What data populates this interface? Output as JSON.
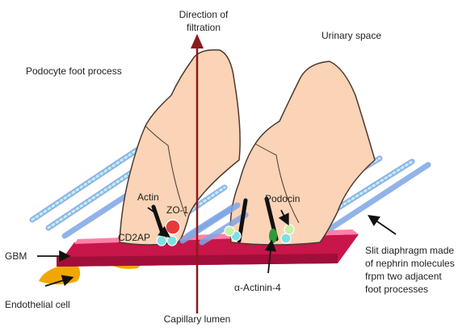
{
  "labels": {
    "direction_line1": "Direction of",
    "direction_line2": "filtration",
    "urinary_space": "Urinary space",
    "podocyte_foot_process": "Podocyte foot process",
    "actin": "Actin",
    "zo1": "ZO-1",
    "cd2ap": "CD2AP",
    "podocin": "Podocin",
    "gbm": "GBM",
    "slit_line1": "Slit diaphragm made",
    "slit_line2": "of nephrin molecules",
    "slit_line3": "frpm two adjacent",
    "slit_line4": "foot processes",
    "actinin": "α-Actinin-4",
    "endothelial_cell": "Endothelial cell",
    "capillary_lumen": "Capillary lumen"
  },
  "colors": {
    "foot_process": "#fbd3b6",
    "foot_outline": "#4a3a30",
    "gbm_top": "#ff7fa8",
    "gbm_front": "#c8154a",
    "endothelial": "#f0a800",
    "nephrin": "#7fa6e6",
    "nephrin_dot": "#8fe6e6",
    "filtration_arrow": "#8b1a1a",
    "zo1": "#e83a3a",
    "cd2ap": "#7fe0e0",
    "actinin": "#2f9a3a"
  }
}
